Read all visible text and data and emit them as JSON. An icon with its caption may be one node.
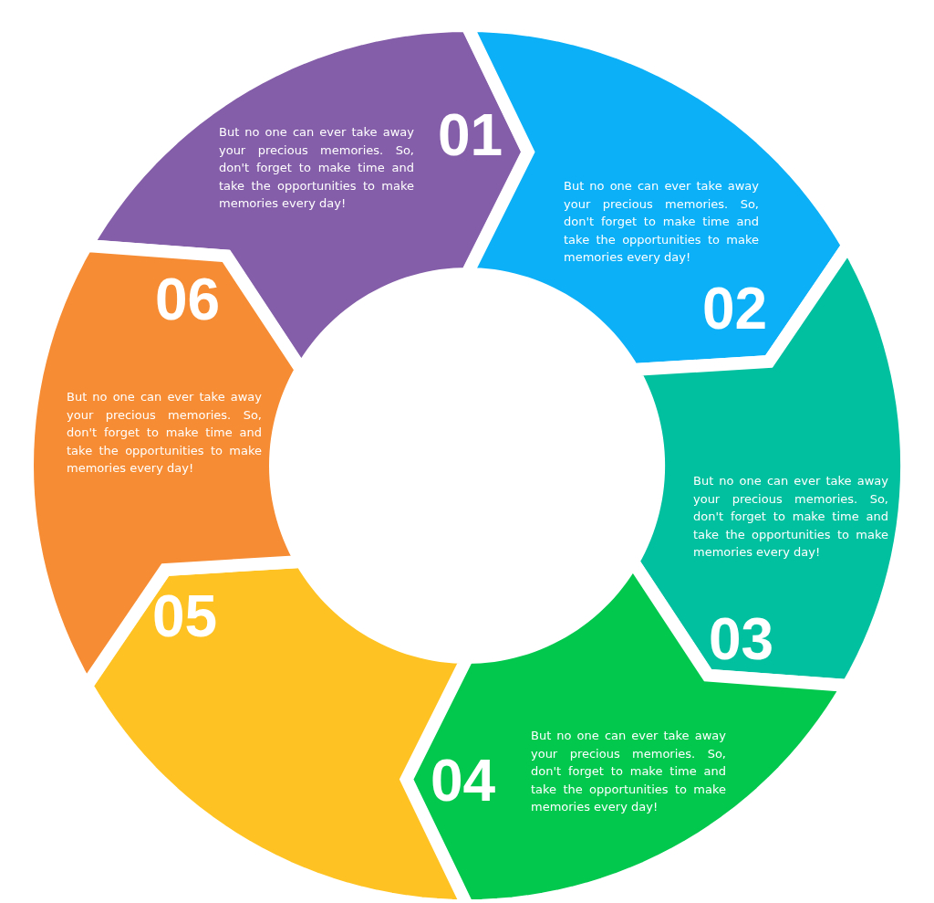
{
  "diagram": {
    "nodes": [
      {
        "text": [
          "But no one can ever take away your precious memories. So, don't forget to make time and take the opportunities to make memories every day!",
          "01"
        ]
      },
      {
        "text": [
          "But no one can ever take away your precious memories. So, don't forget to make time and take the opportunities to make memories every day!",
          "02"
        ]
      },
      {
        "text": [
          "But no one can ever take away your precious memories. So, don't forget to make time and take the opportunities to make memories every day!",
          "03"
        ]
      },
      {
        "text": [
          "04",
          "But no one can ever take away your precious memories. So, don't forget to make time and take the opportunities to make memories every day!"
        ]
      },
      {
        "text": [
          "05"
        ]
      },
      {
        "text": [
          "06",
          "But no one can ever take away your precious memories. So, don't forget to make time and take the opportunities to make memories every day!"
        ]
      }
    ]
  }
}
